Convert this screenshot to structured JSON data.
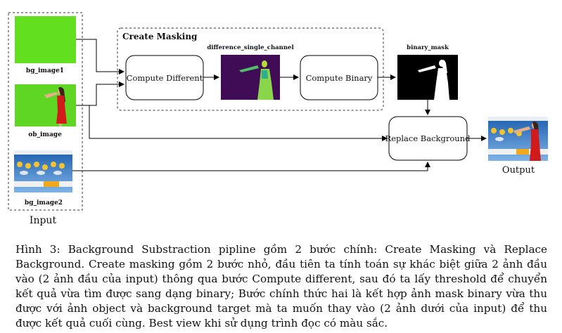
{
  "diagram": {
    "input_group_label": "Input",
    "create_masking_label": "Create Masking",
    "inputs": {
      "bg_image1": "bg_image1",
      "ob_image": "ob_image",
      "bg_image2": "bg_image2"
    },
    "steps": {
      "compute_different": "Compute Different",
      "difference_image_label": "difference_single_channel",
      "compute_binary": "Compute Binary",
      "binary_mask_label": "binary_mask",
      "replace_background": "Replace Background",
      "output_label": "Output"
    },
    "colors": {
      "green_screen": "#62e01f",
      "difference_bg": "#3f0c55",
      "difference_fg": "#6cc94e",
      "mask_bg": "#000000",
      "mask_fg": "#ffffff",
      "arrow": "#000000"
    }
  },
  "caption": {
    "text": "Hình 3: Background Substraction pipline gồm 2 bước chính: Create Masking và Replace Background. Create masking gồm 2 bước nhỏ, đầu tiên ta tính toán sự khác biệt giữa 2 ảnh đầu vào (2 ảnh đầu của input) thông qua bước Compute different, sau đó ta lấy threshold để chuyển kết quả vừa tìm được sang dạng binary; Bước chính thức hai là kết hợp ảnh mask binary vừa thu được với ảnh object và background target mà ta muốn thay vào (2 ảnh dưới của input) để thu được kết quả cuối cùng. Best view khi sử dụng trình đọc có màu sắc."
  }
}
